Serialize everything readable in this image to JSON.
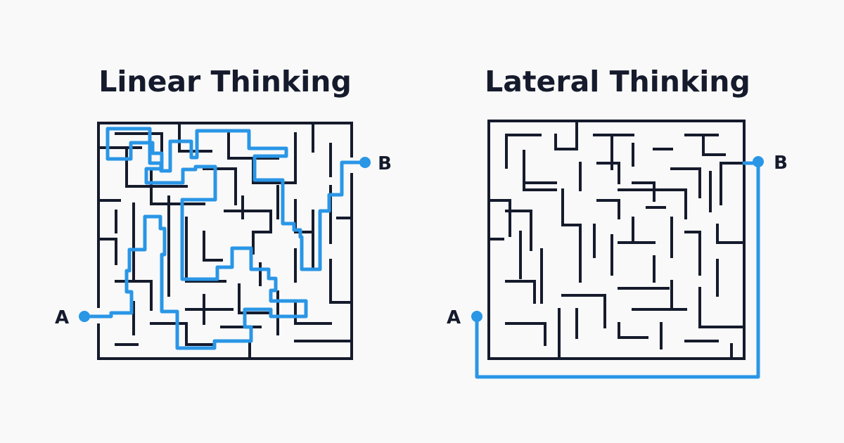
{
  "colors": {
    "background": "#f9f9f9",
    "ink": "#151b2c",
    "path": "#2a96e6"
  },
  "panels": [
    {
      "key": "linear",
      "title": "Linear Thinking",
      "start_label": "A",
      "end_label": "B"
    },
    {
      "key": "lateral",
      "title": "Lateral Thinking",
      "start_label": "A",
      "end_label": "B"
    }
  ]
}
